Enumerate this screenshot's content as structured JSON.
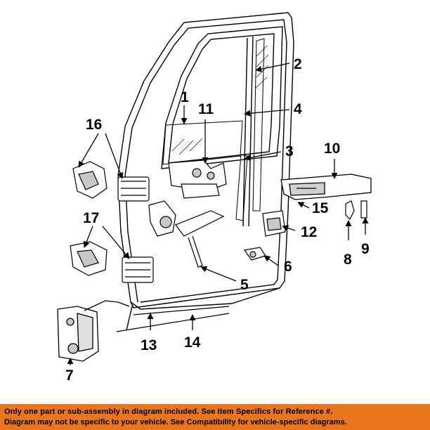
{
  "diagram": {
    "callouts": [
      {
        "id": "1",
        "label": "1"
      },
      {
        "id": "2",
        "label": "2"
      },
      {
        "id": "3",
        "label": "3"
      },
      {
        "id": "4",
        "label": "4"
      },
      {
        "id": "5",
        "label": "5"
      },
      {
        "id": "6",
        "label": "6"
      },
      {
        "id": "7",
        "label": "7"
      },
      {
        "id": "8",
        "label": "8"
      },
      {
        "id": "9",
        "label": "9"
      },
      {
        "id": "10",
        "label": "10"
      },
      {
        "id": "11",
        "label": "11"
      },
      {
        "id": "12",
        "label": "12"
      },
      {
        "id": "13",
        "label": "13"
      },
      {
        "id": "14",
        "label": "14"
      },
      {
        "id": "15",
        "label": "15"
      },
      {
        "id": "16",
        "label": "16"
      },
      {
        "id": "17",
        "label": "17"
      }
    ]
  },
  "footer": {
    "line1": "Only one part or sub-assembly in diagram included. See Item Specifics for Reference #.",
    "line2": "Diagram may not be specific to your vehicle. See Compatibility for vehicle-specific diagrams.",
    "background": "#e8761e"
  }
}
